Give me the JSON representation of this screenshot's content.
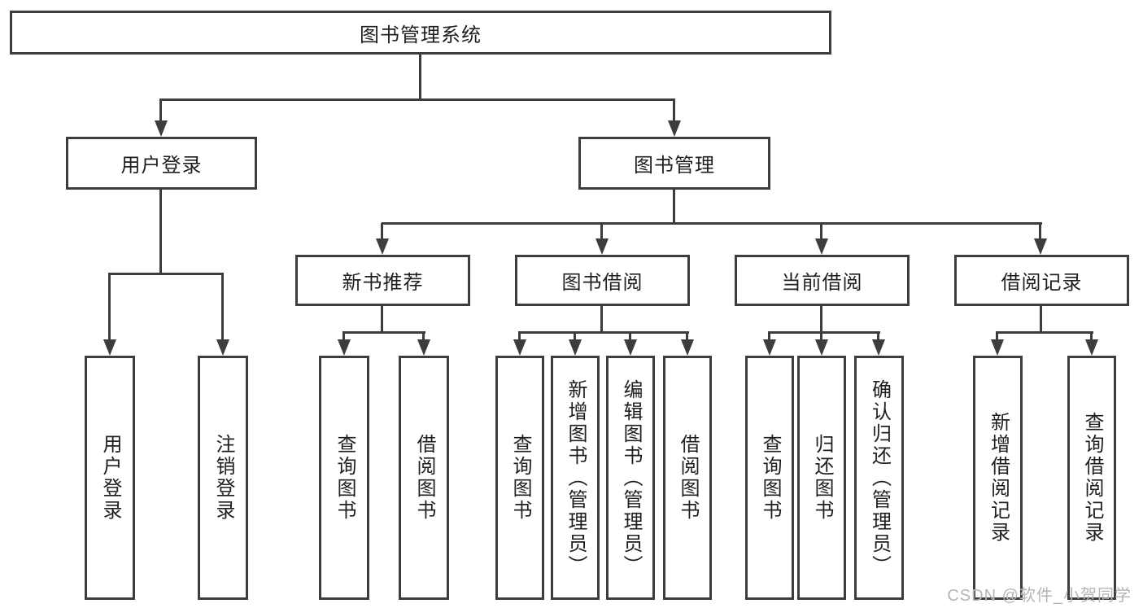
{
  "diagram": {
    "title": "图书管理系统",
    "user_branch": {
      "label": "用户登录",
      "children": [
        "用户登录",
        "注销登录"
      ]
    },
    "book_branch": {
      "label": "图书管理",
      "groups": [
        {
          "label": "新书推荐",
          "children": [
            "查询图书",
            "借阅图书"
          ]
        },
        {
          "label": "图书借阅",
          "children": [
            "查询图书",
            "新增图书（管理员）",
            "编辑图书（管理员）",
            "借阅图书"
          ]
        },
        {
          "label": "当前借阅",
          "children": [
            "查询图书",
            "归还图书",
            "确认归还（管理员）"
          ]
        },
        {
          "label": "借阅记录",
          "children": [
            "新增借阅记录",
            "查询借阅记录"
          ]
        }
      ]
    }
  },
  "watermark": "CSDN @软件_小贺同学",
  "colors": {
    "line": "#3d3d40",
    "text": "#1f1f1f",
    "box_bg": "#ffffff",
    "watermark": "#b5b5b5"
  }
}
